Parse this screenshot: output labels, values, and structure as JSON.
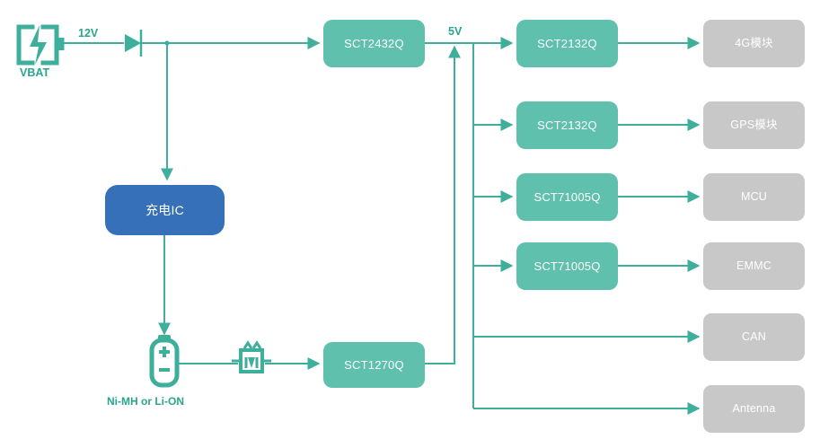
{
  "diagram": {
    "title": "Automotive power tree block diagram",
    "colors": {
      "teal": "#5FC0AD",
      "teal_line": "#3EAF9B",
      "teal_text": "#2AA58C",
      "blue": "#3570B8",
      "gray": "#C8C8C8",
      "white": "#FFFFFF",
      "background": "#FFFFFF"
    },
    "labels": {
      "vbat": "VBAT",
      "v12": "12V",
      "v5": "5V",
      "battery_chem": "Ni-MH or Li-ON"
    },
    "blocks": {
      "charge_ic": "充电IC",
      "sct2432q": "SCT2432Q",
      "sct1270q": "SCT1270Q",
      "sct2132q_1": "SCT2132Q",
      "sct2132q_2": "SCT2132Q",
      "sct71005q_1": "SCT71005Q",
      "sct71005q_2": "SCT71005Q",
      "load_4g": "4G模块",
      "load_gps": "GPS模块",
      "load_mcu": "MCU",
      "load_emmc": "EMMC",
      "load_can": "CAN",
      "load_antenna": "Antenna"
    },
    "icons": {
      "vbat": "battery-bolt-icon",
      "diode": "diode-icon",
      "cell": "battery-cell-icon",
      "protection": "protection-device-icon"
    }
  }
}
